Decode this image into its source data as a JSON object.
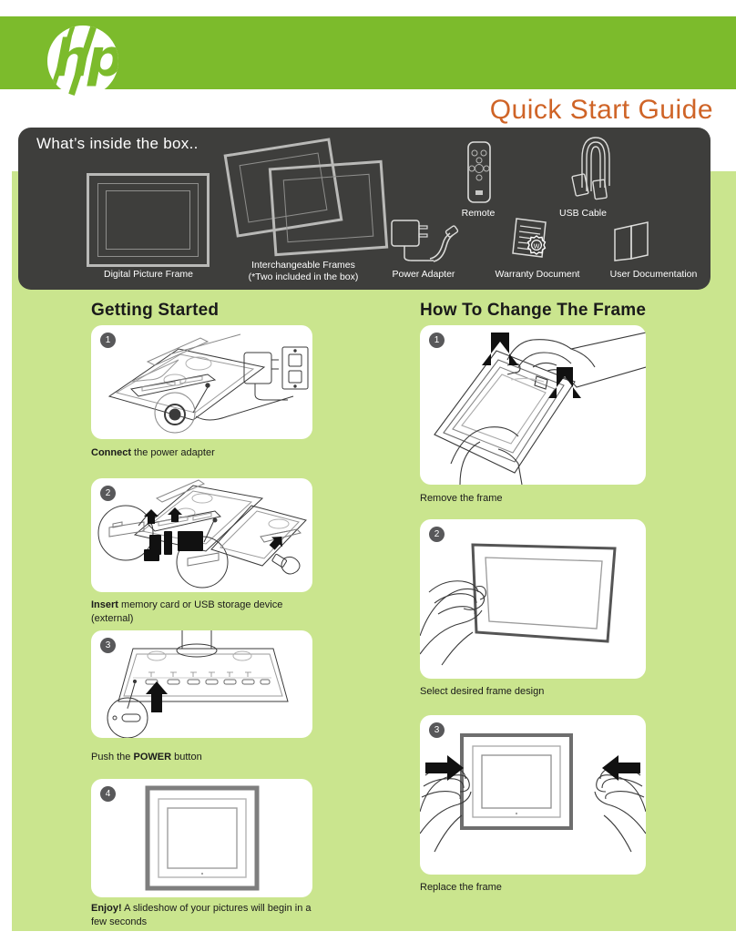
{
  "header": {
    "logo_name": "hp-logo",
    "logo_text": "hp",
    "bar_color": "#7cbb2c"
  },
  "title": {
    "text": "Quick Start Guide",
    "color": "#cf6427"
  },
  "box_section": {
    "heading": "What’s inside the box..",
    "background": "#3e3e3c",
    "items": [
      {
        "label": "Digital Picture Frame",
        "icon": "picture-frame-icon"
      },
      {
        "label": "Interchangeable Frames",
        "label2": "(*Two included in the box)",
        "icon": "interchangeable-frames-icon"
      },
      {
        "label": "Remote",
        "icon": "remote-control-icon"
      },
      {
        "label": "USB Cable",
        "icon": "usb-cable-icon"
      },
      {
        "label": "Power Adapter",
        "icon": "power-adapter-icon"
      },
      {
        "label": "Warranty Document",
        "icon": "warranty-document-icon"
      },
      {
        "label": "User Documentation",
        "icon": "user-documentation-icon"
      }
    ]
  },
  "getting_started": {
    "heading": "Getting Started",
    "steps": [
      {
        "number": "1",
        "caption_bold": "Connect",
        "caption_rest": " the power adapter"
      },
      {
        "number": "2",
        "caption_bold": "Insert",
        "caption_rest": " memory card or USB storage device (external)"
      },
      {
        "number": "3",
        "caption_bold": "POWER",
        "caption_pre": "Push the ",
        "caption_rest": " button"
      },
      {
        "number": "4",
        "caption_bold": "Enjoy!",
        "caption_rest": " A slideshow of your pictures will begin in a few seconds"
      }
    ]
  },
  "change_frame": {
    "heading": "How To Change The Frame",
    "steps": [
      {
        "number": "1",
        "caption": "Remove the frame"
      },
      {
        "number": "2",
        "caption": "Select desired frame design"
      },
      {
        "number": "3",
        "caption": "Replace the frame"
      }
    ]
  },
  "colors": {
    "hp_green": "#7cbb2c",
    "panel_green": "#cae58e",
    "dark_box": "#3e3e3c",
    "orange": "#cf6427",
    "badge_gray": "#58585a"
  }
}
